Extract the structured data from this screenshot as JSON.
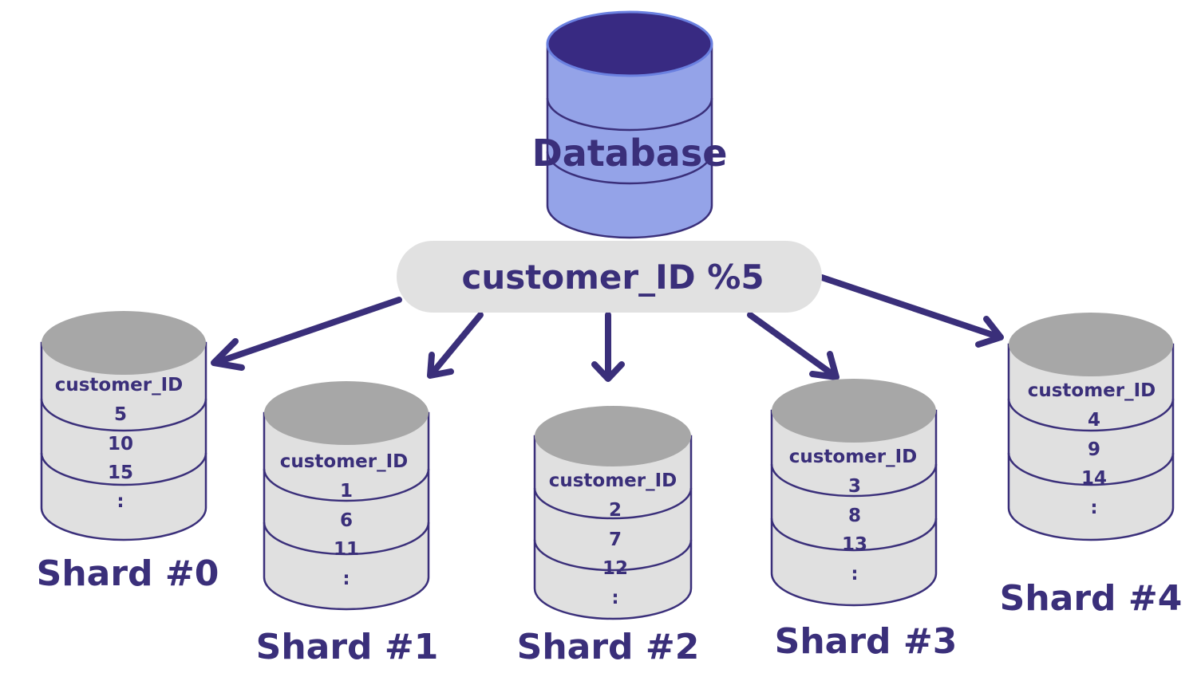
{
  "database": {
    "label": "Database"
  },
  "shard_key": {
    "label": "customer_ID %5"
  },
  "shards": [
    {
      "label": "Shard #0",
      "column": "customer_ID",
      "values": [
        "5",
        "10",
        "15",
        ":"
      ]
    },
    {
      "label": "Shard #1",
      "column": "customer_ID",
      "values": [
        "1",
        "6",
        "11",
        ":"
      ]
    },
    {
      "label": "Shard #2",
      "column": "customer_ID",
      "values": [
        "2",
        "7",
        "12",
        ":"
      ]
    },
    {
      "label": "Shard #3",
      "column": "customer_ID",
      "values": [
        "3",
        "8",
        "13",
        ":"
      ]
    },
    {
      "label": "Shard #4",
      "column": "customer_ID",
      "values": [
        "4",
        "9",
        "14",
        ":"
      ]
    }
  ],
  "colors": {
    "primary": "#3a2f7a",
    "database_top": "#382a82",
    "database_body": "#94a3e8",
    "shard_top": "#a7a7a7",
    "shard_body": "#e0e0e0",
    "pill": "#e1e1e1"
  }
}
